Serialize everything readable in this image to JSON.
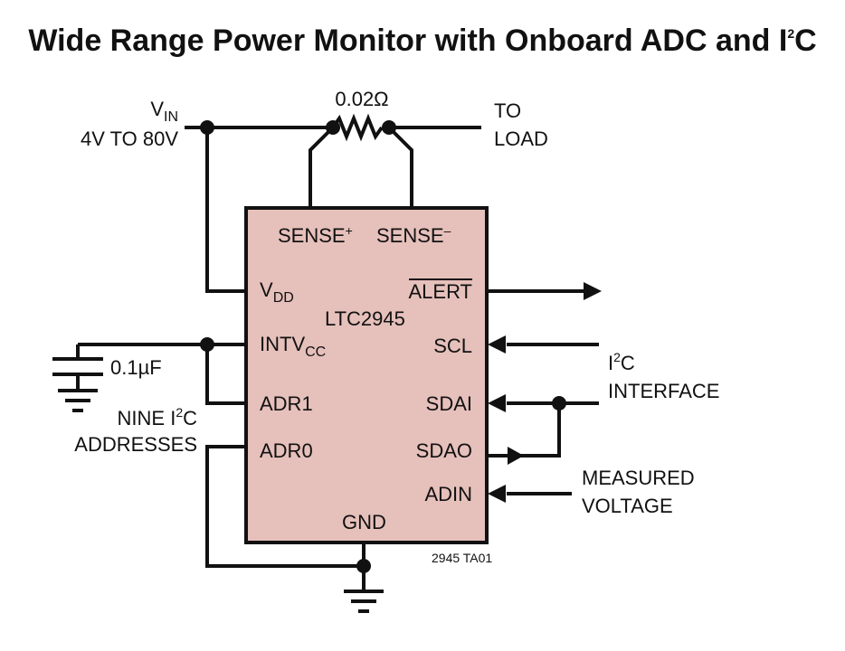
{
  "title": {
    "main": "Wide Range Power Monitor with Onboard ADC and I",
    "sup": "2",
    "end": "C"
  },
  "colors": {
    "chip_fill": "#e6c0bb",
    "line": "#111111",
    "background": "#ffffff"
  },
  "labels": {
    "vin_v": "V",
    "vin_sub": "IN",
    "vin_range": "4V TO 80V",
    "resistor": "0.02Ω",
    "to": "TO",
    "load": "LOAD",
    "cap": "0.1µF",
    "nine": "NINE I",
    "nine_sup": "2",
    "nine_end": "C",
    "addresses": "ADDRESSES",
    "i2c_i": "I",
    "i2c_sup": "2",
    "i2c_c": "C",
    "interface": "INTERFACE",
    "measured": "MEASURED",
    "voltage": "VOLTAGE",
    "figure_id": "2945 TA01"
  },
  "chip": {
    "name": "LTC2945",
    "sense_plus": "SENSE",
    "sense_plus_sup": "+",
    "sense_minus": "SENSE",
    "sense_minus_sup": "–",
    "vdd_v": "V",
    "vdd_sub": "DD",
    "intv": "INTV",
    "intv_sub": "CC",
    "adr1": "ADR1",
    "adr0": "ADR0",
    "alert": "ALERT",
    "scl": "SCL",
    "sdai": "SDAI",
    "sdao": "SDAO",
    "adin": "ADIN",
    "gnd": "GND"
  }
}
